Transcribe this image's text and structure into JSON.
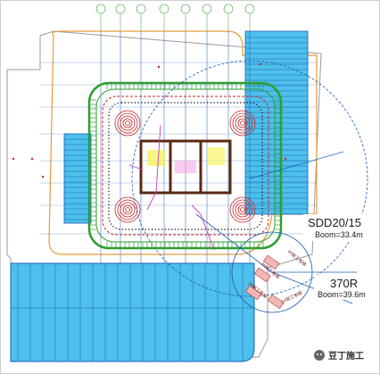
{
  "cranes": [
    {
      "model": "SDD20/15",
      "boom": "Boom=33.4m"
    },
    {
      "model": "370R",
      "boom": "Boom=39.6m"
    }
  ],
  "equipment_labels": [
    "4#施工电梯",
    "3#施工电梯",
    "2#施工电梯",
    "1#施工电梯"
  ],
  "watermark": "豆丁施工",
  "colors": {
    "pool_blue": "#4dc0ec",
    "grid_blue": "#1a5fb4",
    "core_brown": "#5a2a12",
    "ring_green": "#2f9e2f",
    "outline_orange": "#e69b3a",
    "red_marks": "#cc2222"
  }
}
